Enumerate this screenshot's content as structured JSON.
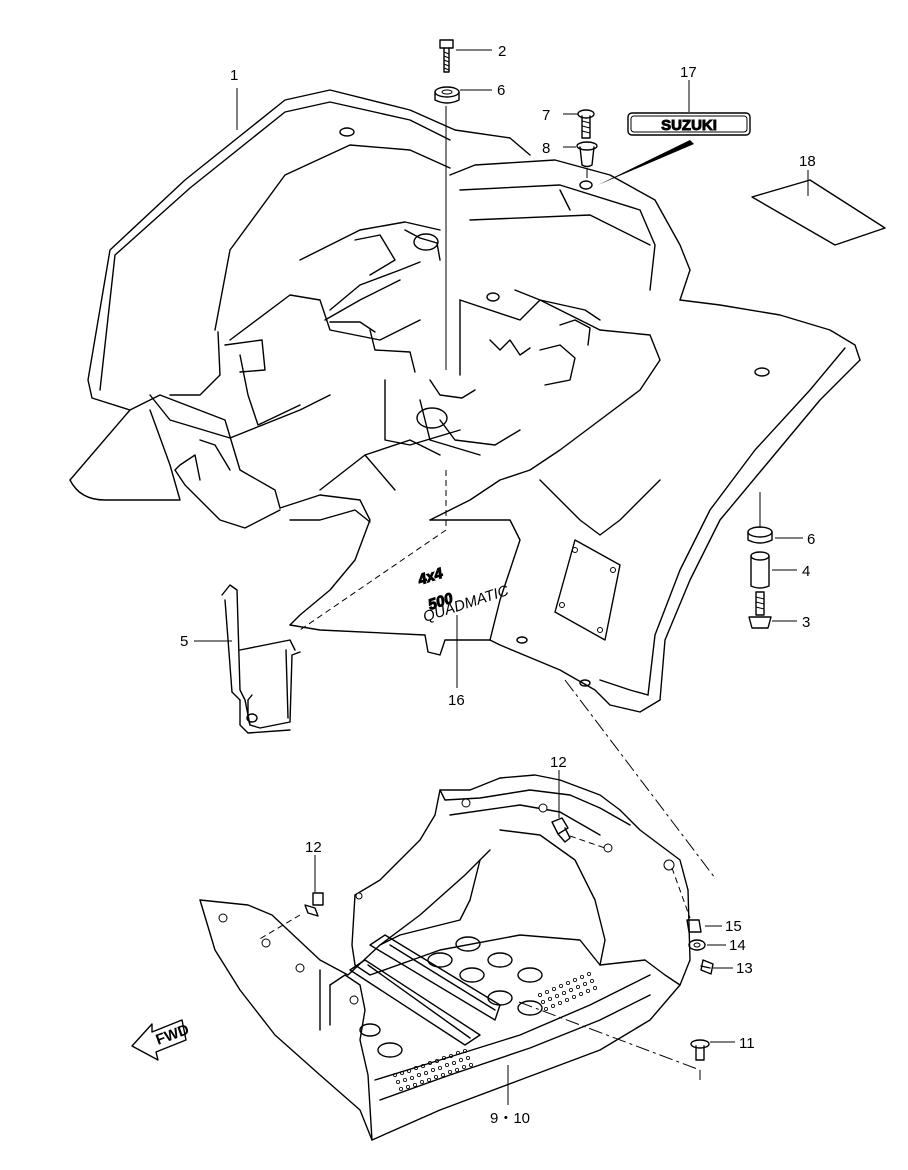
{
  "callouts": {
    "c1": "1",
    "c2": "2",
    "c3": "3",
    "c4": "4",
    "c5": "5",
    "c6a": "6",
    "c6b": "6",
    "c7": "7",
    "c8": "8",
    "c9_10": "9・10",
    "c11": "11",
    "c12a": "12",
    "c12b": "12",
    "c13": "13",
    "c14": "14",
    "c15": "15",
    "c16": "16",
    "c17": "17",
    "c18": "18"
  },
  "emblem_text": "SUZUKI",
  "decal_text": {
    "line1": "4x4",
    "line2": "500",
    "line3": "QUADMATIC"
  },
  "fwd_label": "FWD"
}
